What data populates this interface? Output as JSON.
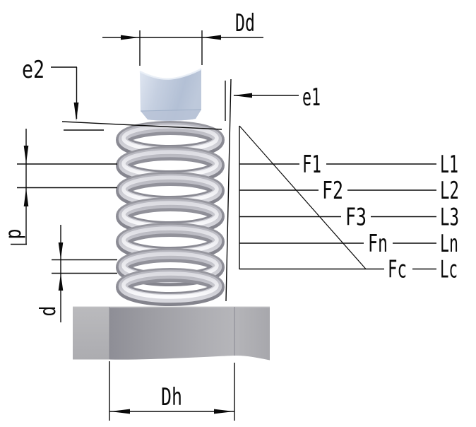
{
  "diagram_type": "compression-spring-dimension-drawing",
  "labels": {
    "Dd": "Dd",
    "e2": "e2",
    "e1": "e1",
    "p": "p",
    "d": "d",
    "Dh": "Dh"
  },
  "force_table": {
    "rows": [
      {
        "force": "F1",
        "length": "L1"
      },
      {
        "force": "F2",
        "length": "L2"
      },
      {
        "force": "F3",
        "length": "L3"
      },
      {
        "force": "Fn",
        "length": "Ln"
      },
      {
        "force": "Fc",
        "length": "Lc"
      }
    ]
  },
  "colors": {
    "line": "#0a0a0a",
    "background": "#ffffff",
    "cap_blue": "#c3cdde",
    "cap_blue_light": "#e2e8f2",
    "cap_blue_dark": "#a9b6cd",
    "spring_highlight": "#f6f6f9",
    "spring_mid": "#c6c6cd",
    "spring_dark": "#8a8a93",
    "plate_light": "#b6b6ba",
    "plate_dark": "#909098"
  }
}
